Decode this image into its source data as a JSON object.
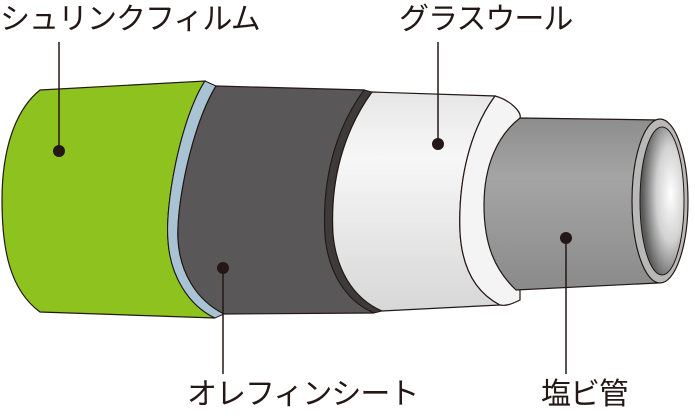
{
  "labels": {
    "shrink_film": "シュリンクフィルム",
    "glass_wool": "グラスウール",
    "olefin_sheet": "オレフィンシート",
    "pvc_pipe": "塩ビ管"
  },
  "colors": {
    "shrink_film": "#8dc21f",
    "blue_layer": "#a8c4d4",
    "olefin_sheet": "#595757",
    "glass_wool": "#ededed",
    "pvc_pipe": "#9c9c9c",
    "outline": "#231815"
  }
}
